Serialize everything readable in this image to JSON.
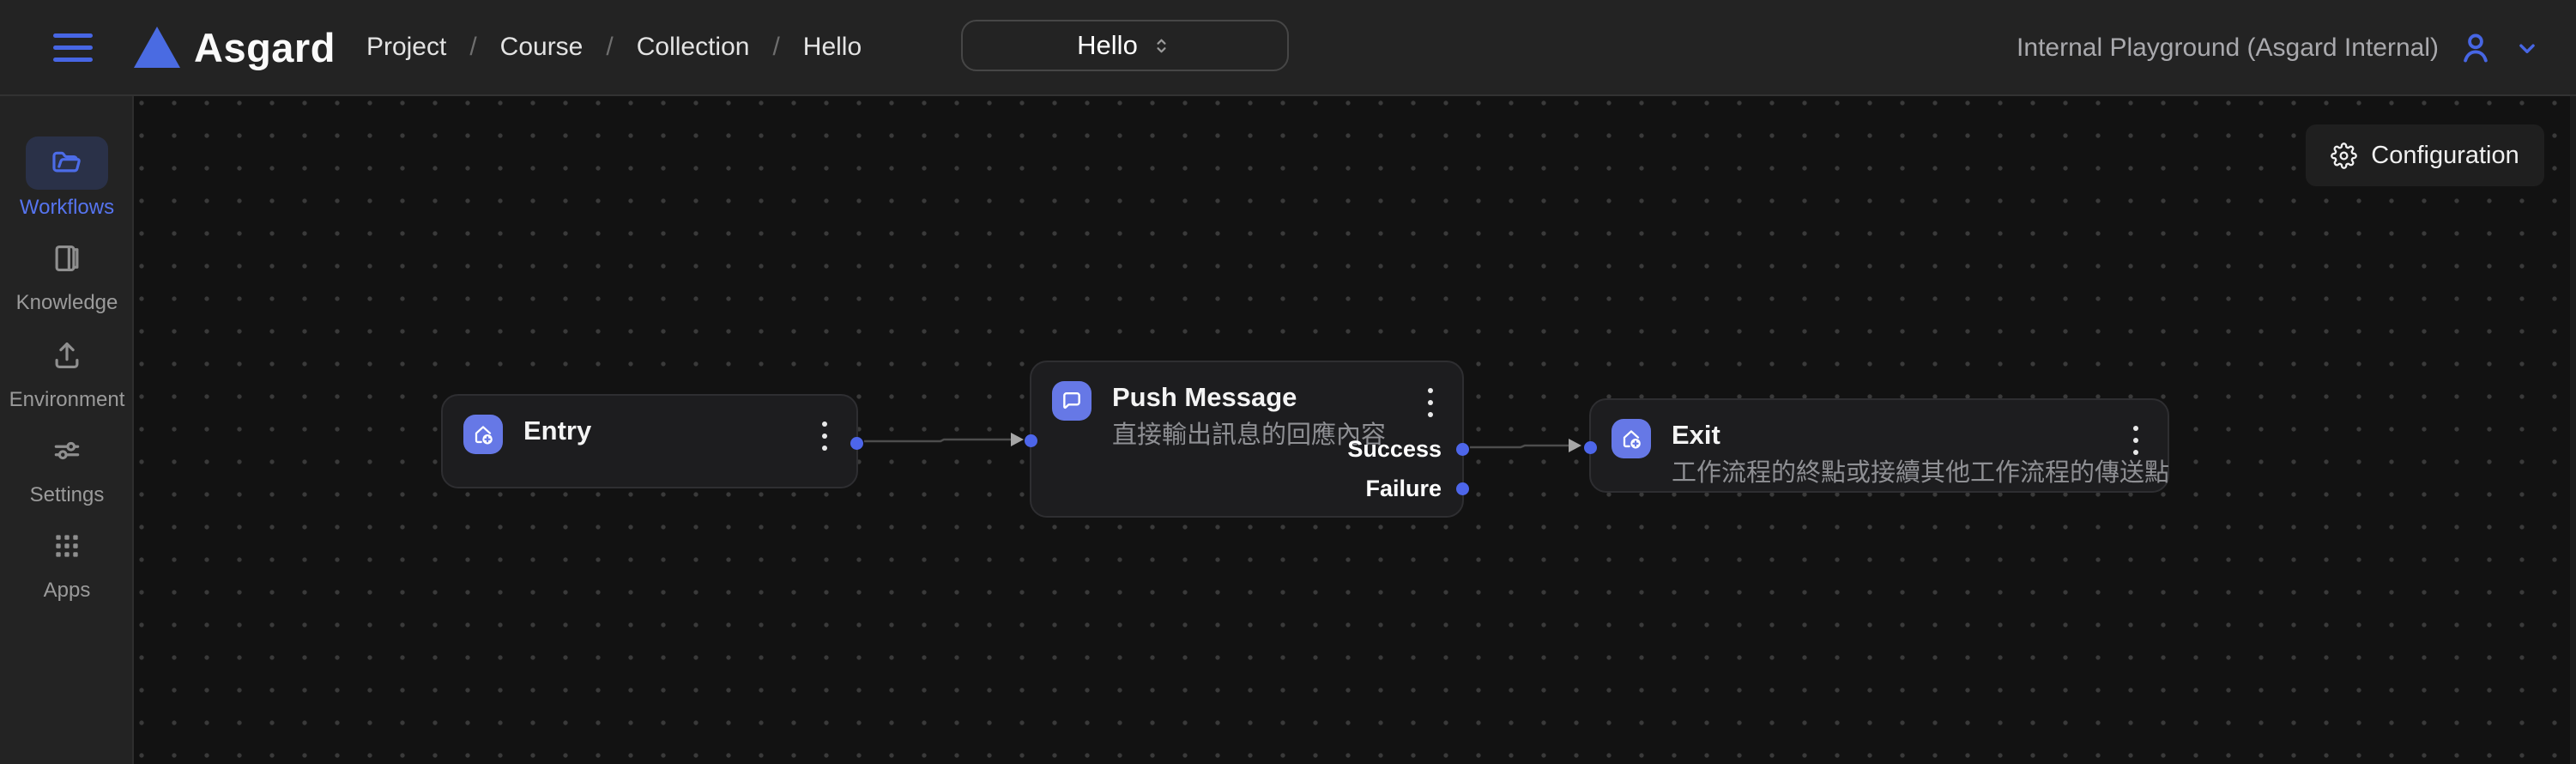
{
  "topbar": {
    "brand": "Asgard",
    "separator": "/",
    "breadcrumbs": [
      "Project",
      "Course",
      "Collection",
      "Hello"
    ],
    "workflow_select": {
      "value": "Hello"
    },
    "account_label": "Internal Playground (Asgard Internal)"
  },
  "sidebar": {
    "items": [
      {
        "label": "Workflows",
        "icon": "folder-open-icon",
        "active": true
      },
      {
        "label": "Knowledge",
        "icon": "book-icon",
        "active": false
      },
      {
        "label": "Environment",
        "icon": "upload-icon",
        "active": false
      },
      {
        "label": "Settings",
        "icon": "sliders-icon",
        "active": false
      },
      {
        "label": "Apps",
        "icon": "apps-grid-icon",
        "active": false
      }
    ]
  },
  "canvas": {
    "configuration_label": "Configuration",
    "nodes": [
      {
        "id": "entry",
        "title": "Entry"
      },
      {
        "id": "push-message",
        "title": "Push Message",
        "subtitle": "直接輸出訊息的回應內容",
        "outputs": [
          "Success",
          "Failure"
        ]
      },
      {
        "id": "exit",
        "title": "Exit",
        "subtitle": "工作流程的終點或接續其他工作流程的傳送點"
      }
    ],
    "edges": [
      {
        "from": "entry",
        "to": "push-message"
      },
      {
        "from": "push-message:Success",
        "to": "exit"
      }
    ]
  },
  "colors": {
    "accent_blue": "#4766e4",
    "node_icon_blue": "#6678e6",
    "port_blue": "#4d66ea",
    "active_pill_bg": "#2a3148",
    "canvas_bg": "#121212",
    "bar_bg": "#232323",
    "node_bg": "#1d1d1f"
  }
}
